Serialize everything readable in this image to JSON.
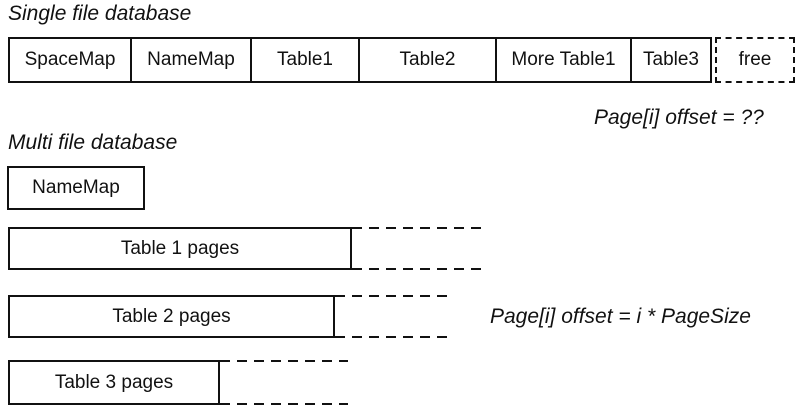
{
  "single_file": {
    "title": "Single file database",
    "segments": [
      {
        "label": "SpaceMap"
      },
      {
        "label": "NameMap"
      },
      {
        "label": "Table1"
      },
      {
        "label": "Table2"
      },
      {
        "label": "More Table1"
      },
      {
        "label": "Table3"
      },
      {
        "label": "free",
        "dashed": true
      }
    ],
    "annotation": "Page[i] offset = ??"
  },
  "multi_file": {
    "title": "Multi file database",
    "files": [
      {
        "label": "NameMap"
      },
      {
        "label": "Table 1 pages",
        "dashed_extension": true
      },
      {
        "label": "Table 2 pages",
        "dashed_extension": true
      },
      {
        "label": "Table 3 pages",
        "dashed_extension": true
      }
    ],
    "annotation": "Page[i] offset = i * PageSize"
  },
  "colors": {
    "background": "#ffffff",
    "line": "#111111",
    "text": "#111111"
  }
}
